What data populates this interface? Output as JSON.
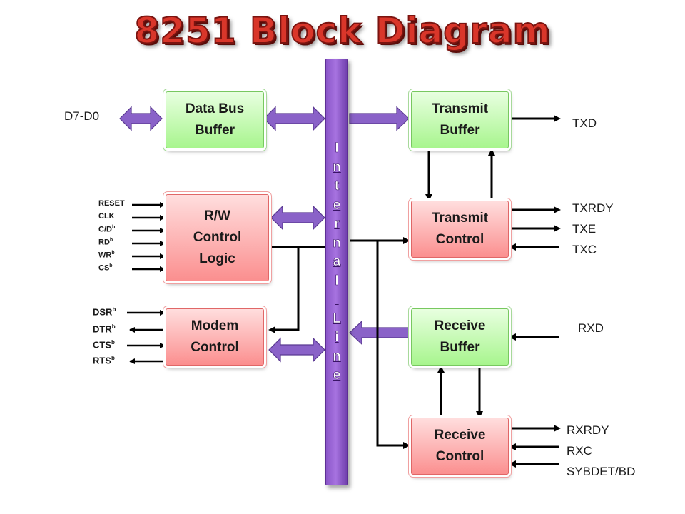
{
  "title": "8251 Block Diagram",
  "bus": {
    "letters": [
      "I",
      "n",
      "t",
      "e",
      "r",
      "n",
      "a",
      "l",
      "",
      "L",
      "i",
      "n",
      "e"
    ]
  },
  "blocks": {
    "data_bus_buffer": [
      "Data Bus",
      "Buffer"
    ],
    "rw_control_logic": [
      "R/W",
      "Control",
      "Logic"
    ],
    "modem_control": [
      "Modem",
      "Control"
    ],
    "transmit_buffer": [
      "Transmit",
      "Buffer"
    ],
    "transmit_control": [
      "Transmit",
      "Control"
    ],
    "receive_buffer": [
      "Receive",
      "Buffer"
    ],
    "receive_control": [
      "Receive",
      "Control"
    ]
  },
  "signals": {
    "data_bus": "D7-D0",
    "txd": "TXD",
    "txrdy": "TXRDY",
    "txe": "TXE",
    "txc": "TXC",
    "rxd": "RXD",
    "rxrdy": "RXRDY",
    "rxc": "RXC",
    "sybdet": "SYBDET/BD"
  },
  "control_inputs": [
    {
      "name": "RESET",
      "sup": ""
    },
    {
      "name": "CLK",
      "sup": ""
    },
    {
      "name": "C/D",
      "sup": "b"
    },
    {
      "name": "RD",
      "sup": "b"
    },
    {
      "name": "WR",
      "sup": "b"
    },
    {
      "name": "CS",
      "sup": "b"
    }
  ],
  "modem_signals": [
    {
      "name": "DSR",
      "sup": "b"
    },
    {
      "name": "DTR",
      "sup": "b"
    },
    {
      "name": "CTS",
      "sup": "b"
    },
    {
      "name": "RTS",
      "sup": "b"
    }
  ],
  "colors": {
    "title": "#d9362a",
    "bus": "#a773e0",
    "arrow_purple": "#8a62c8",
    "block_green": "#a8f58e",
    "block_red": "#fb8f8f",
    "line": "#000000"
  }
}
